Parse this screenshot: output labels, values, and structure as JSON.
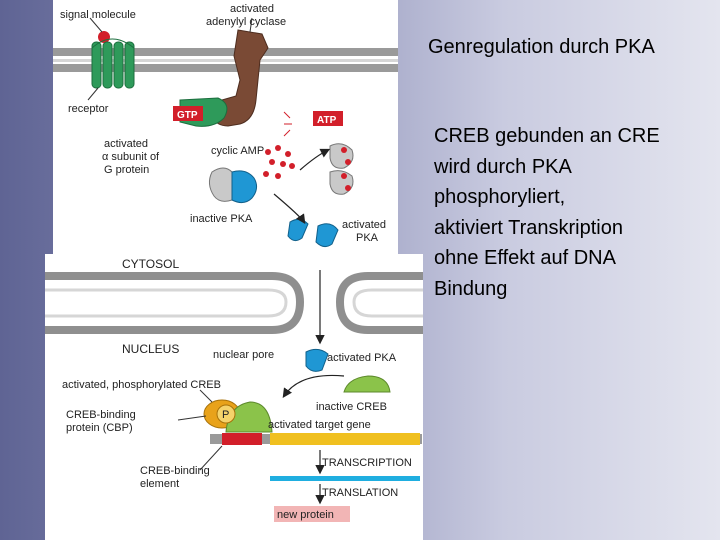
{
  "slide": {
    "title": "Genregulation durch PKA",
    "body_lines": [
      "CREB gebunden an CRE",
      "wird durch PKA",
      "phosphoryliert,",
      "aktiviert Transkription",
      "ohne Effekt auf DNA",
      "Bindung"
    ]
  },
  "figure": {
    "labels": {
      "signal_molecule": "signal molecule",
      "activated_adenylyl_cyclase_1": "activated",
      "activated_adenylyl_cyclase_2": "adenylyl cyclase",
      "receptor": "receptor",
      "gtp": "GTP",
      "atp": "ATP",
      "g_protein_1": "activated",
      "g_protein_2": "α subunit of",
      "g_protein_3": "G protein",
      "cyclic_amp": "cyclic AMP",
      "inactive_pka": "inactive PKA",
      "activated_pka_top_1": "activated",
      "activated_pka_top_2": "PKA",
      "cytosol": "CYTOSOL",
      "nucleus": "NUCLEUS",
      "nuclear_pore": "nuclear pore",
      "activated_pka_nuc": "activated PKA",
      "phosphorylated_creb": "activated, phosphorylated CREB",
      "cbp_1": "CREB-binding",
      "cbp_2": "protein (CBP)",
      "phosphate": "P",
      "inactive_creb": "inactive CREB",
      "target_gene": "activated target gene",
      "cre_1": "CREB-binding",
      "cre_2": "element",
      "transcription": "TRANSCRIPTION",
      "translation": "TRANSLATION",
      "new_protein": "new protein"
    },
    "colors": {
      "membrane": "#9a9a9a",
      "receptor": "#2e9a5a",
      "g_protein": "#2e9a5a",
      "cyclase": "#7a4a35",
      "label_red": "#d21f2a",
      "camp": "#d21f2a",
      "pka": "#1f97d4",
      "creb": "#8bc34a",
      "cbp": "#e8a21a",
      "cre": "#d21f2a",
      "gene": "#f0c020",
      "mrna": "#1faee0",
      "new_protein_bg": "#f2b5b5"
    }
  }
}
